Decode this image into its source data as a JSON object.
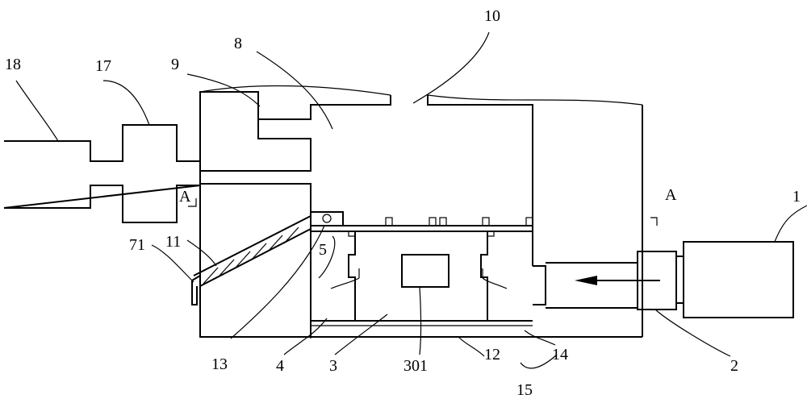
{
  "labels": {
    "l1": "1",
    "l2": "2",
    "l3": "3",
    "l4": "4",
    "l5": "5",
    "l71": "71",
    "l8": "8",
    "l9": "9",
    "l10": "10",
    "l11": "11",
    "l12": "12",
    "l13": "13",
    "l14": "14",
    "l15": "15",
    "l17": "17",
    "l18": "18",
    "l301": "301",
    "section_left": "A",
    "section_right": "A"
  }
}
